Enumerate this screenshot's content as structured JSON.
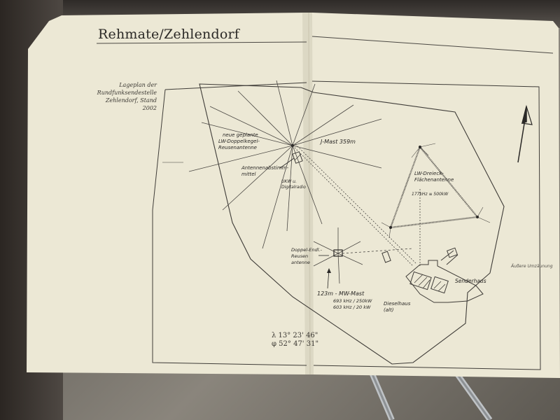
{
  "page": {
    "title": "Rehmate/Zehlendorf",
    "caption": "Lageplan der Rundfunksendestelle Zehlendorf, Stand 2002",
    "coordinates": {
      "lambda": "λ 13°  23'  46\"",
      "phi": "φ 52°  47'  31\""
    }
  },
  "map": {
    "labels": {
      "doppelkegel": "LW-Doppelkegel-Reusenantenne",
      "doppelkegel_note": "neue geplante",
      "mast_j": "J-Mast 359m",
      "antennenabstimm": "Antennenabstimm-mittel",
      "ukw": "UKW u. Digitalradio",
      "lw_dreieck": "LW-Dreieck-Flächenantenne",
      "lw_freq": "177kHz ≡ 500kW",
      "doppel_reusen": "Doppel-Endl.-Reusen antenne",
      "mw_mast": "123m - MW-Mast",
      "mw_freq1": "693 kHz / 250kW",
      "mw_freq2": "603 kHz / 20 kW",
      "dieselhaus": "Dieselhaus (alt)",
      "senderhaus": "Senderhaus",
      "aussere_umzaeunung": "Äußere Umzäunung"
    }
  }
}
